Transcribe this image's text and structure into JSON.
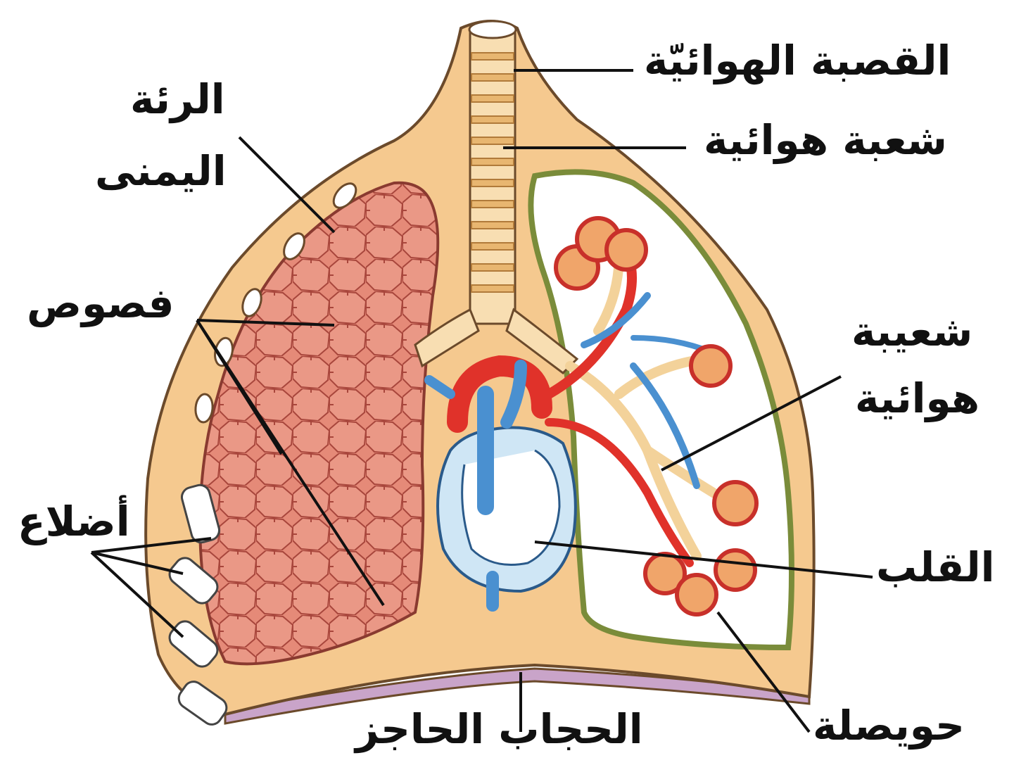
{
  "labels": {
    "trachea": "القصبة الهوائيّة",
    "bronchus": "شعبة هوائية",
    "right_lung_1": "الرئة",
    "right_lung_2": "اليمنى",
    "lobes": "فصوص",
    "bronchiole_1": "شعيبة",
    "bronchiole_2": "هوائية",
    "ribs": "أضلاع",
    "heart": "القلب",
    "alveolus": "حويصلة",
    "diaphragm": "الحجاب الحاجز"
  },
  "colors": {
    "chest_fill": "#f5c98f",
    "chest_outline": "#6b4a2b",
    "lung_tissue": "#e07a6a",
    "lung_cells": "#c8584c",
    "pleura_green": "#7a8c3a",
    "artery_red": "#e0322a",
    "vein_blue": "#4a90d0",
    "alveolus_fill": "#f0a56a",
    "diaphragm": "#c9a4c9",
    "heart_fill": "#cfe6f5",
    "rib_fill": "#ffffff"
  }
}
